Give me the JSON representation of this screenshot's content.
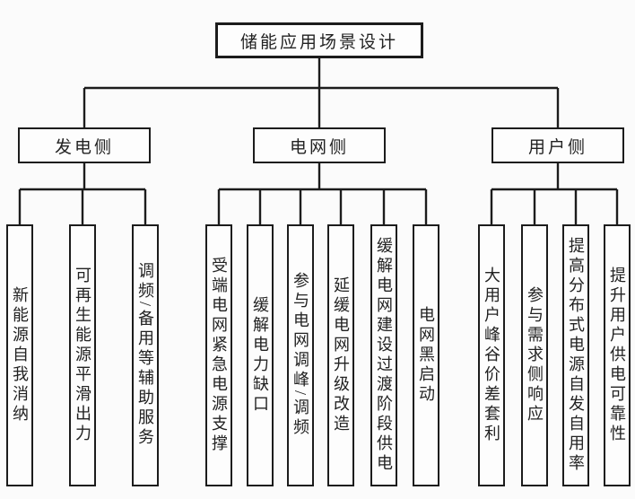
{
  "diagram": {
    "root": {
      "label": "储能应用场景设计"
    },
    "groups": [
      {
        "label": "发电侧",
        "leaves": [
          "新能源自我消纳",
          "可再生能源平滑出力",
          "调频/备用等辅助服务"
        ]
      },
      {
        "label": "电网侧",
        "leaves": [
          "受端电网紧急电源支撑",
          "缓解电力缺口",
          "参与电网调峰/调频",
          "延缓电网升级改造",
          "缓解电网建设过渡阶段供电",
          "电网黑启动"
        ]
      },
      {
        "label": "用户侧",
        "leaves": [
          "大用户峰谷价差套利",
          "参与需求侧响应",
          "提高分布式电源自发自用率",
          "提升用户供电可靠性"
        ]
      }
    ],
    "colors": {
      "line": "#1c1c1c",
      "background": "#fbfbfb",
      "box_fill": "#fdfdfd",
      "text": "#222222"
    }
  }
}
